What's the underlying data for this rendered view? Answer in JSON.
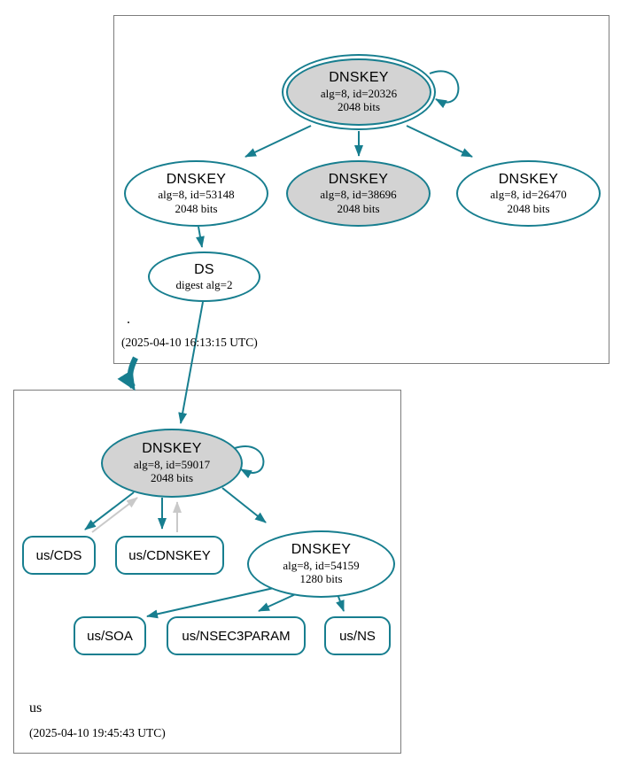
{
  "zones": {
    "root": {
      "label": ".",
      "timestamp": "(2025-04-10 16:13:15 UTC)"
    },
    "us": {
      "label": "us",
      "timestamp": "(2025-04-10 19:45:43 UTC)"
    }
  },
  "nodes": {
    "ksk_20326": {
      "title": "DNSKEY",
      "detail1": "alg=8, id=20326",
      "detail2": "2048 bits"
    },
    "zsk_53148": {
      "title": "DNSKEY",
      "detail1": "alg=8, id=53148",
      "detail2": "2048 bits"
    },
    "zsk_38696": {
      "title": "DNSKEY",
      "detail1": "alg=8, id=38696",
      "detail2": "2048 bits"
    },
    "zsk_26470": {
      "title": "DNSKEY",
      "detail1": "alg=8, id=26470",
      "detail2": "2048 bits"
    },
    "ds_root": {
      "title": "DS",
      "detail1": "digest alg=2"
    },
    "ksk_59017": {
      "title": "DNSKEY",
      "detail1": "alg=8, id=59017",
      "detail2": "2048 bits"
    },
    "zsk_54159": {
      "title": "DNSKEY",
      "detail1": "alg=8, id=54159",
      "detail2": "1280 bits"
    },
    "rr_cds": {
      "label": "us/CDS"
    },
    "rr_cdnskey": {
      "label": "us/CDNSKEY"
    },
    "rr_soa": {
      "label": "us/SOA"
    },
    "rr_nsec3param": {
      "label": "us/NSEC3PARAM"
    },
    "rr_ns": {
      "label": "us/NS"
    }
  },
  "colors": {
    "edge_secure": "#177e8f",
    "edge_pending_gray": "#c9c9c9",
    "node_fill_gray": "#d3d3d3",
    "zone_box_border": "#7d7d7d"
  }
}
